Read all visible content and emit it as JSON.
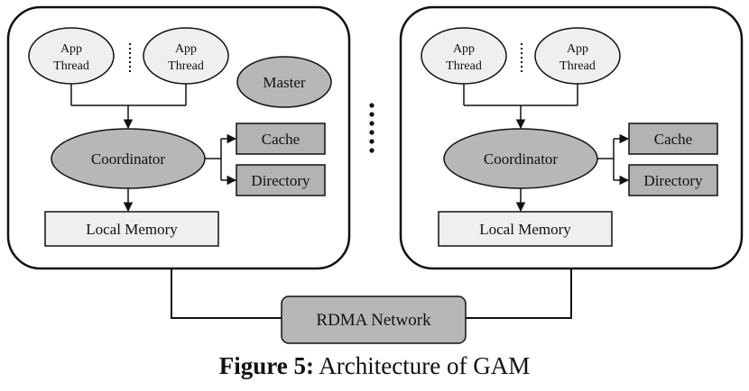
{
  "diagram": {
    "left_node": {
      "app_thread_1": [
        "App",
        "Thread"
      ],
      "app_thread_2": [
        "App",
        "Thread"
      ],
      "master": "Master",
      "coordinator": "Coordinator",
      "cache": "Cache",
      "directory": "Directory",
      "local_memory": "Local Memory"
    },
    "right_node": {
      "app_thread_1": [
        "App",
        "Thread"
      ],
      "app_thread_2": [
        "App",
        "Thread"
      ],
      "coordinator": "Coordinator",
      "cache": "Cache",
      "directory": "Directory",
      "local_memory": "Local Memory"
    },
    "network": "RDMA Network",
    "colors": {
      "oval_fill_light": "#efefef",
      "oval_fill_dark": "#b7b7b7",
      "box_fill_dark": "#b3b3b3",
      "box_fill_light": "#efefef",
      "stroke": "#111111"
    }
  },
  "caption": {
    "label": "Figure 5:",
    "text": "Architecture of GAM"
  }
}
